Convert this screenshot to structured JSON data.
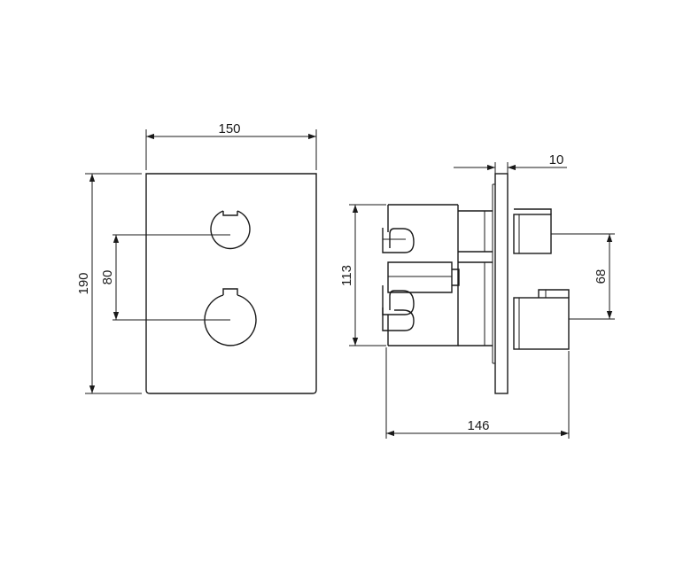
{
  "front_view": {
    "width_label": "150",
    "height_label": "190",
    "spacing_label": "80"
  },
  "side_view": {
    "plate_thickness_label": "10",
    "body_height_label": "113",
    "depth_label": "146",
    "outlet_spacing_label": "68"
  },
  "colors": {
    "line": "#1a1a1a",
    "background": "#ffffff"
  }
}
